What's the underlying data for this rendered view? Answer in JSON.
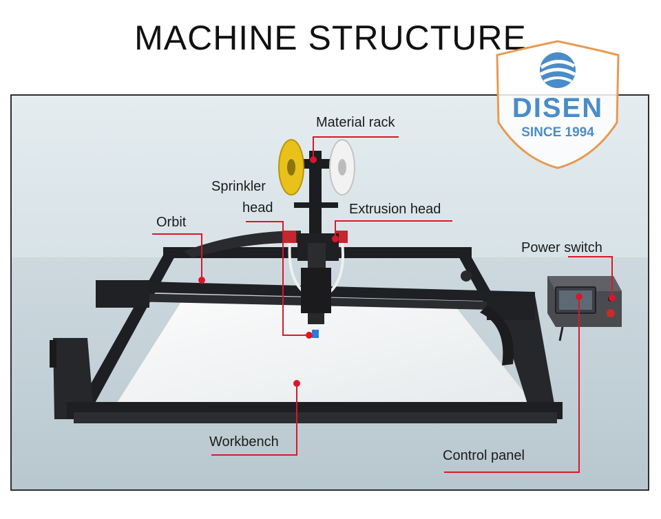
{
  "title": "MACHINE STRUCTURE",
  "logo": {
    "brand": "DISEN",
    "tagline": "SINCE 1994"
  },
  "labels": {
    "material_rack": "Material rack",
    "sprinkler_head_line1": "Sprinkler",
    "sprinkler_head_line2": "head",
    "extrusion_head": "Extrusion head",
    "orbit": "Orbit",
    "power_switch": "Power switch",
    "workbench": "Workbench",
    "control_panel": "Control panel"
  },
  "colors": {
    "leader_line": "#d8182a",
    "frame": "#1e1f22",
    "filament_yellow": "#e8c21a",
    "filament_white": "#f2f2f2",
    "logo_blue": "#4a8cc7",
    "logo_orange": "#e89a50"
  }
}
